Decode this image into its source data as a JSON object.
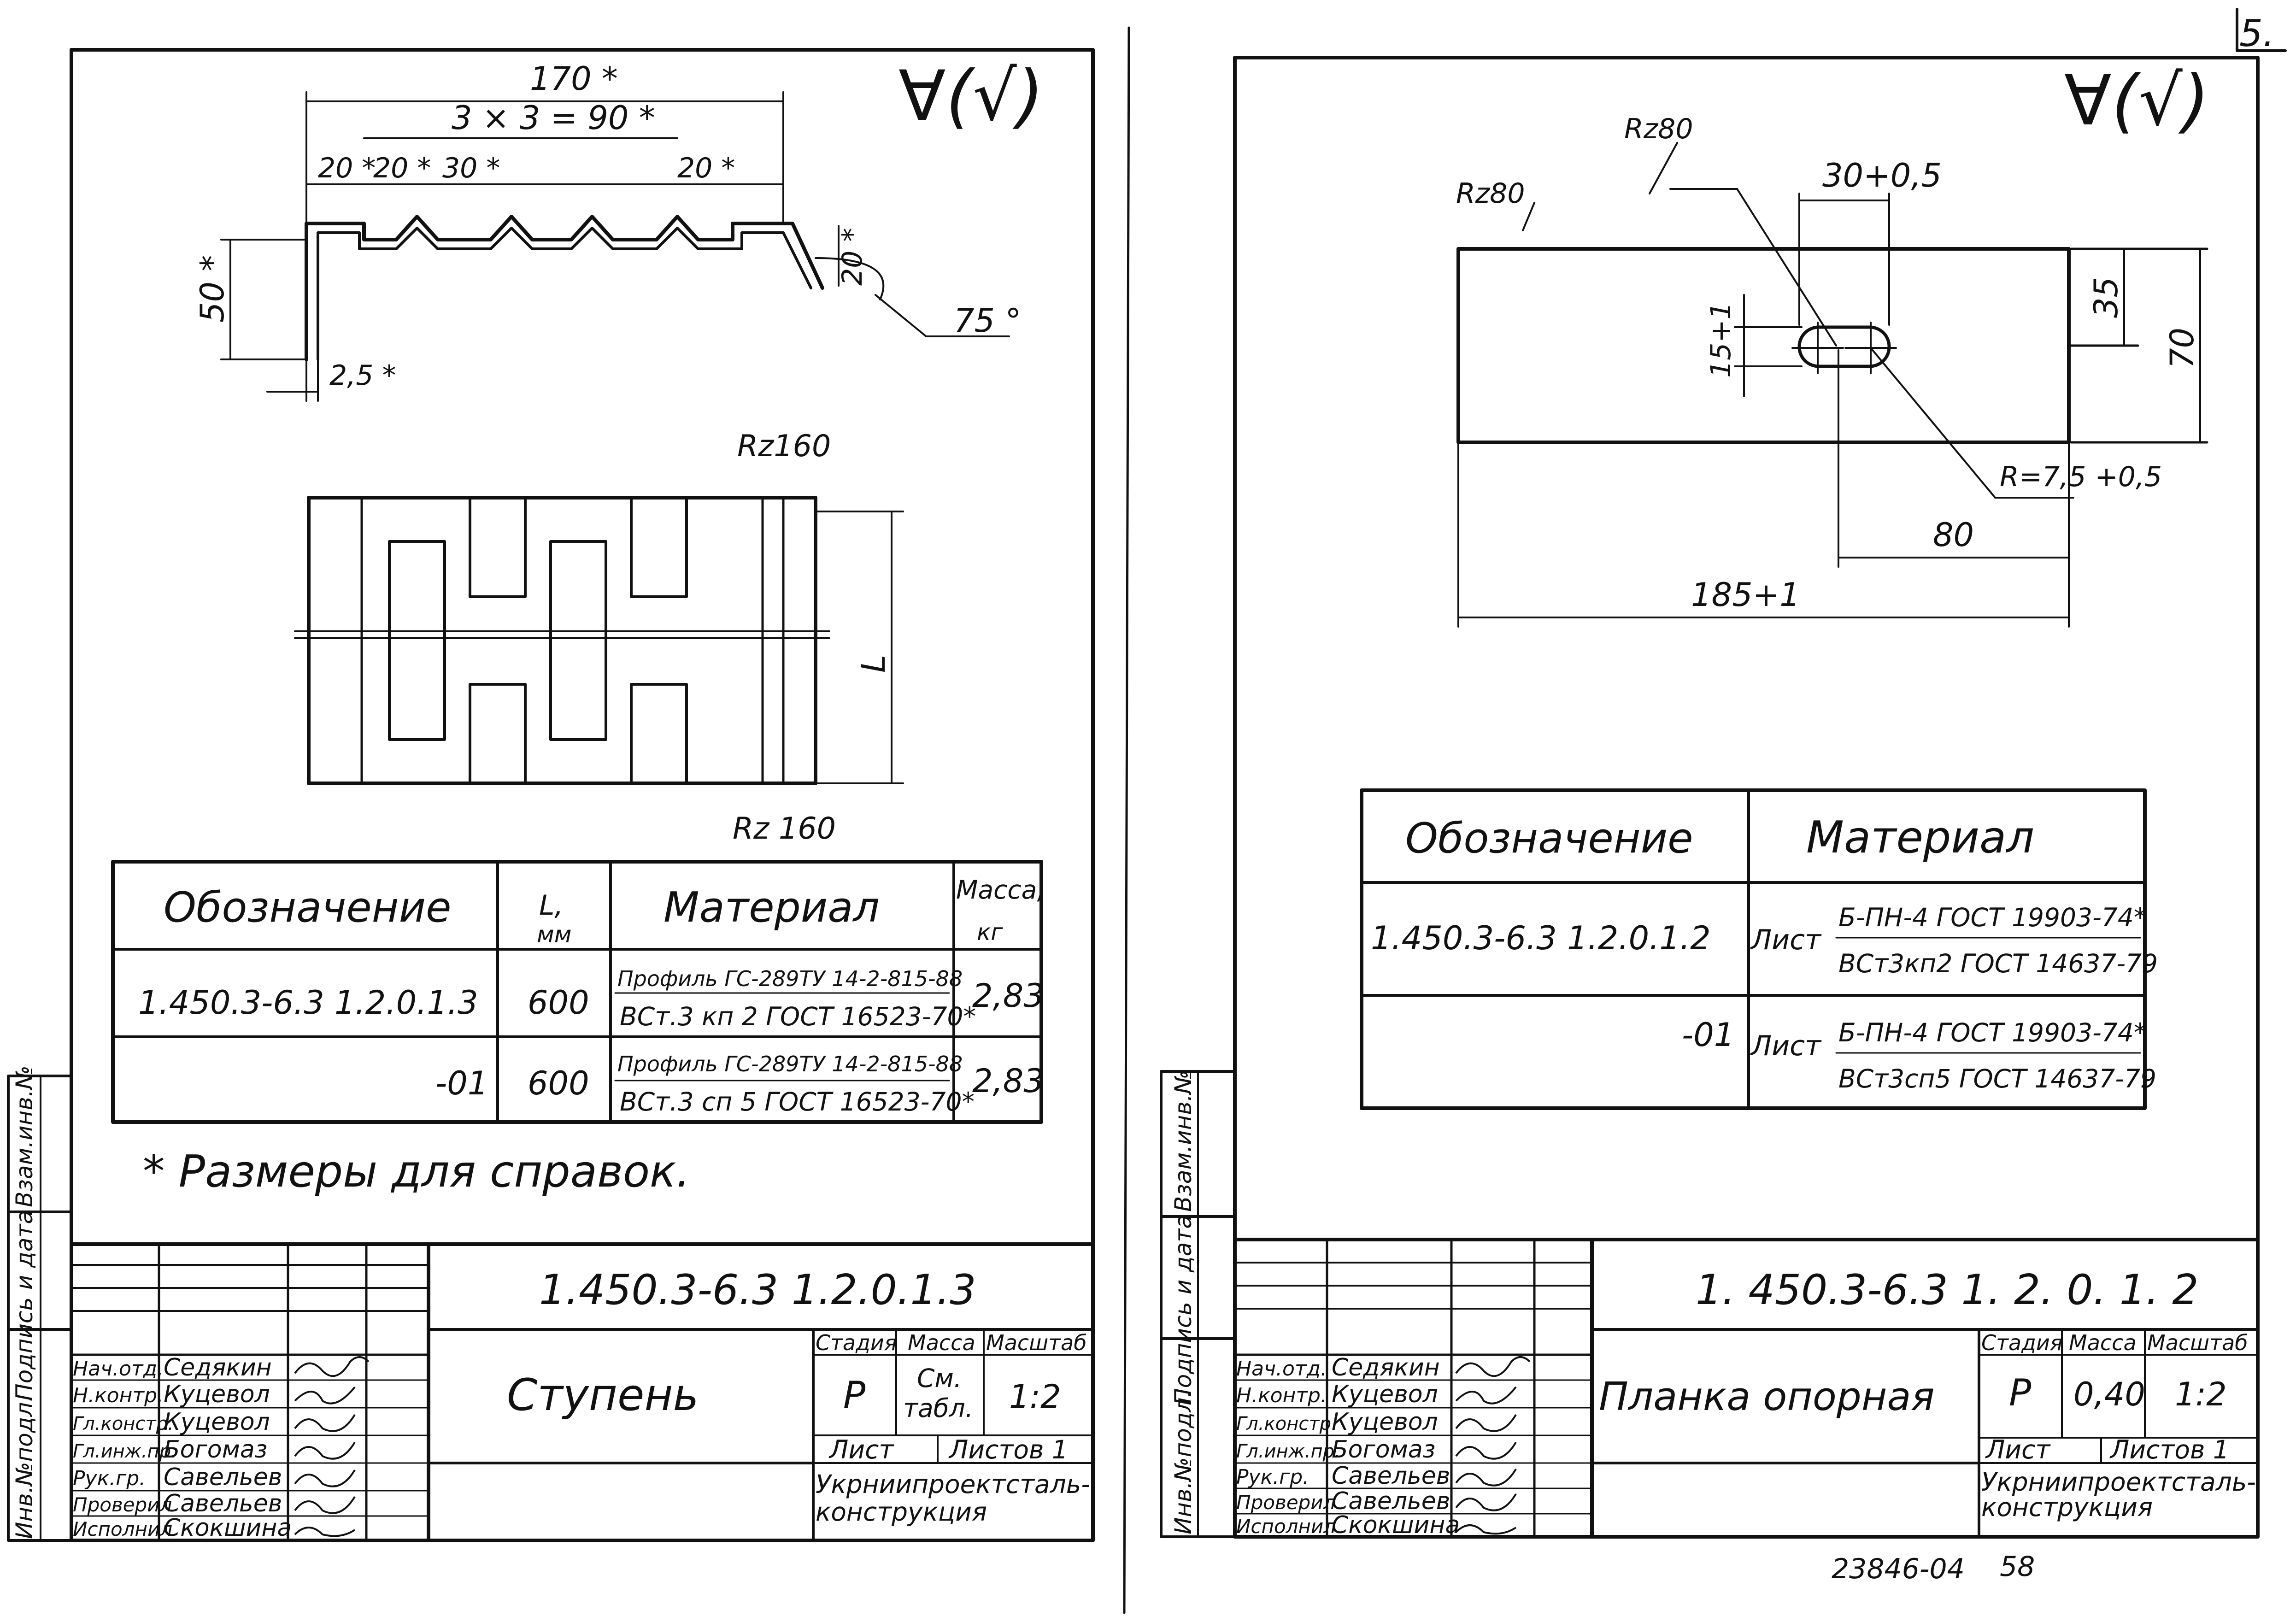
{
  "page_number_fragment": "5.",
  "footer_code": "23846-04",
  "footer_page": "58",
  "side_stamp": [
    "Инв.№подл.",
    "Подпись и дата",
    "Взам.инв.№"
  ],
  "title_block_labels": {
    "stage": "Стадия",
    "mass": "Масса",
    "scale": "Масштаб",
    "sheet": "Лист",
    "sheets": "Листов 1",
    "org_line1": "Укрниипроектсталь-",
    "org_line2": "конструкция"
  },
  "roles": [
    "Нач.отд.",
    "Н.контр.",
    "Гл.констр.",
    "Гл.инж.пр.",
    "Рук.гр.",
    "Проверил",
    "Исполнил"
  ],
  "people": [
    "Седякин",
    "Куцевол",
    "Куцевол",
    "Богомаз",
    "Савельев",
    "Савельев",
    "Скокшина"
  ],
  "left_sheet": {
    "roughness": "∀(√)",
    "dims": {
      "overall": "170 *",
      "pitch": "3 × 3 = 90 *",
      "d20a": "20 *",
      "d20b": "20 *",
      "d30": "30 *",
      "d20c": "20 *",
      "d50": "50 *",
      "d20v": "20 *",
      "d25": "2,5 *",
      "angle": "75 °",
      "rz_top": "Rz160",
      "rz_bot": "Rz 160",
      "length": "L"
    },
    "table": {
      "h_designation": "Обозначение",
      "h_length": "L,",
      "h_length_unit": "мм",
      "h_material": "Материал",
      "h_mass": "Масса,",
      "h_mass_unit": "кг",
      "rows": [
        {
          "designation": "1.450.3-6.3  1.2.0.1.3",
          "length": "600",
          "mat_top": "Профиль ГС-289ТУ 14-2-815-88",
          "mat_bot": "ВСт.3 кп 2 ГОСТ 16523-70*",
          "mass": "2,83"
        },
        {
          "designation": "-01",
          "length": "600",
          "mat_top": "Профиль ГС-289ТУ 14-2-815-88",
          "mat_bot": "ВСт.3 сп 5 ГОСТ 16523-70*",
          "mass": "2,83"
        }
      ]
    },
    "note": "* Размеры для справок.",
    "doc_number": "1.450.3-6.3   1.2.0.1.3",
    "part_name": "Ступень",
    "stage": "Р",
    "mass": "См.",
    "mass2": "табл.",
    "scale": "1:2"
  },
  "right_sheet": {
    "roughness": "∀(√)",
    "dims": {
      "rz_a": "Rz80",
      "rz_b": "Rz80",
      "slot_len": "30+0,5",
      "slot_w": "15+1",
      "h35": "35",
      "h70": "70",
      "radius": "R=7,5 +0,5",
      "d80": "80",
      "d185": "185+1"
    },
    "table": {
      "h_designation": "Обозначение",
      "h_material": "Материал",
      "rows": [
        {
          "designation": "1.450.3-6.3   1.2.0.1.2",
          "sheet": "Лист",
          "mat_top": "Б-ПН-4 ГОСТ 19903-74*",
          "mat_bot": "ВСт3кп2 ГОСТ 14637-79"
        },
        {
          "designation": "-01",
          "sheet": "Лист",
          "mat_top": "Б-ПН-4 ГОСТ 19903-74*",
          "mat_bot": "ВСт3сп5 ГОСТ 14637-79"
        }
      ]
    },
    "doc_number": "1. 450.3-6.3   1. 2. 0. 1. 2",
    "part_name": "Планка опорная",
    "stage": "Р",
    "mass": "0,40",
    "scale": "1:2"
  }
}
